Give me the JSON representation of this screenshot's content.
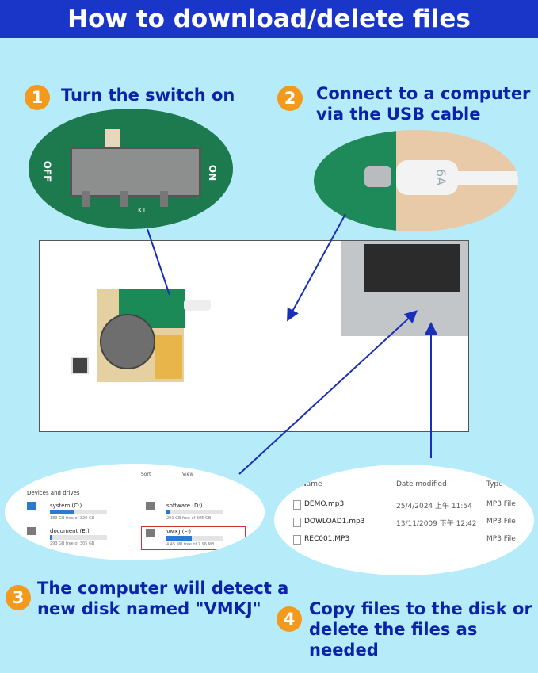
{
  "title": "How to download/delete files",
  "steps": [
    {
      "num": "1",
      "text": "Turn the switch on"
    },
    {
      "num": "2",
      "line1": "Connect to a computer",
      "line2": "via the USB cable"
    },
    {
      "num": "3",
      "line1": "The computer will detect a",
      "line2": "new disk named \"VMKJ\""
    },
    {
      "num": "4",
      "line1": "Copy files to the disk or",
      "line2": "delete the files as needed"
    }
  ],
  "switch_labels": {
    "off": "OFF",
    "on": "ON",
    "k1": "K1"
  },
  "usb_label": "6A",
  "explorer": {
    "toolbar": {
      "sort": "Sort",
      "view": "View"
    },
    "section": "Devices and drives",
    "drives": [
      {
        "name": "system (C:)",
        "free": "189 GB free of 320 GB",
        "fill": 0.41
      },
      {
        "name": "software (D:)",
        "free": "291 GB free of 305 GB",
        "fill": 0.05
      },
      {
        "name": "document (E:)",
        "free": "293 GB free of 305 GB",
        "fill": 0.04
      },
      {
        "name": "VMKJ (F:)",
        "free": "4.45 MB free of 7.96 MB",
        "fill": 0.44
      }
    ]
  },
  "files": {
    "headers": {
      "name": "Name",
      "date": "Date modified",
      "type": "Type"
    },
    "rows": [
      {
        "name": "DEMO.mp3",
        "date": "25/4/2024 上午 11:54",
        "type": "MP3 File"
      },
      {
        "name": "DOWLOAD1.mp3",
        "date": "13/11/2009 下午 12:42",
        "type": "MP3 File"
      },
      {
        "name": "REC001.MP3",
        "date": "",
        "type": "MP3 File"
      }
    ]
  },
  "colors": {
    "banner": "#1a36c9",
    "background": "#b6ecf9",
    "step_text": "#0a23a8",
    "step_badge": "#f39a1d",
    "arrow": "#1a2fb8",
    "highlight": "#d6322f",
    "drive_bar": "#2a7bd0"
  }
}
